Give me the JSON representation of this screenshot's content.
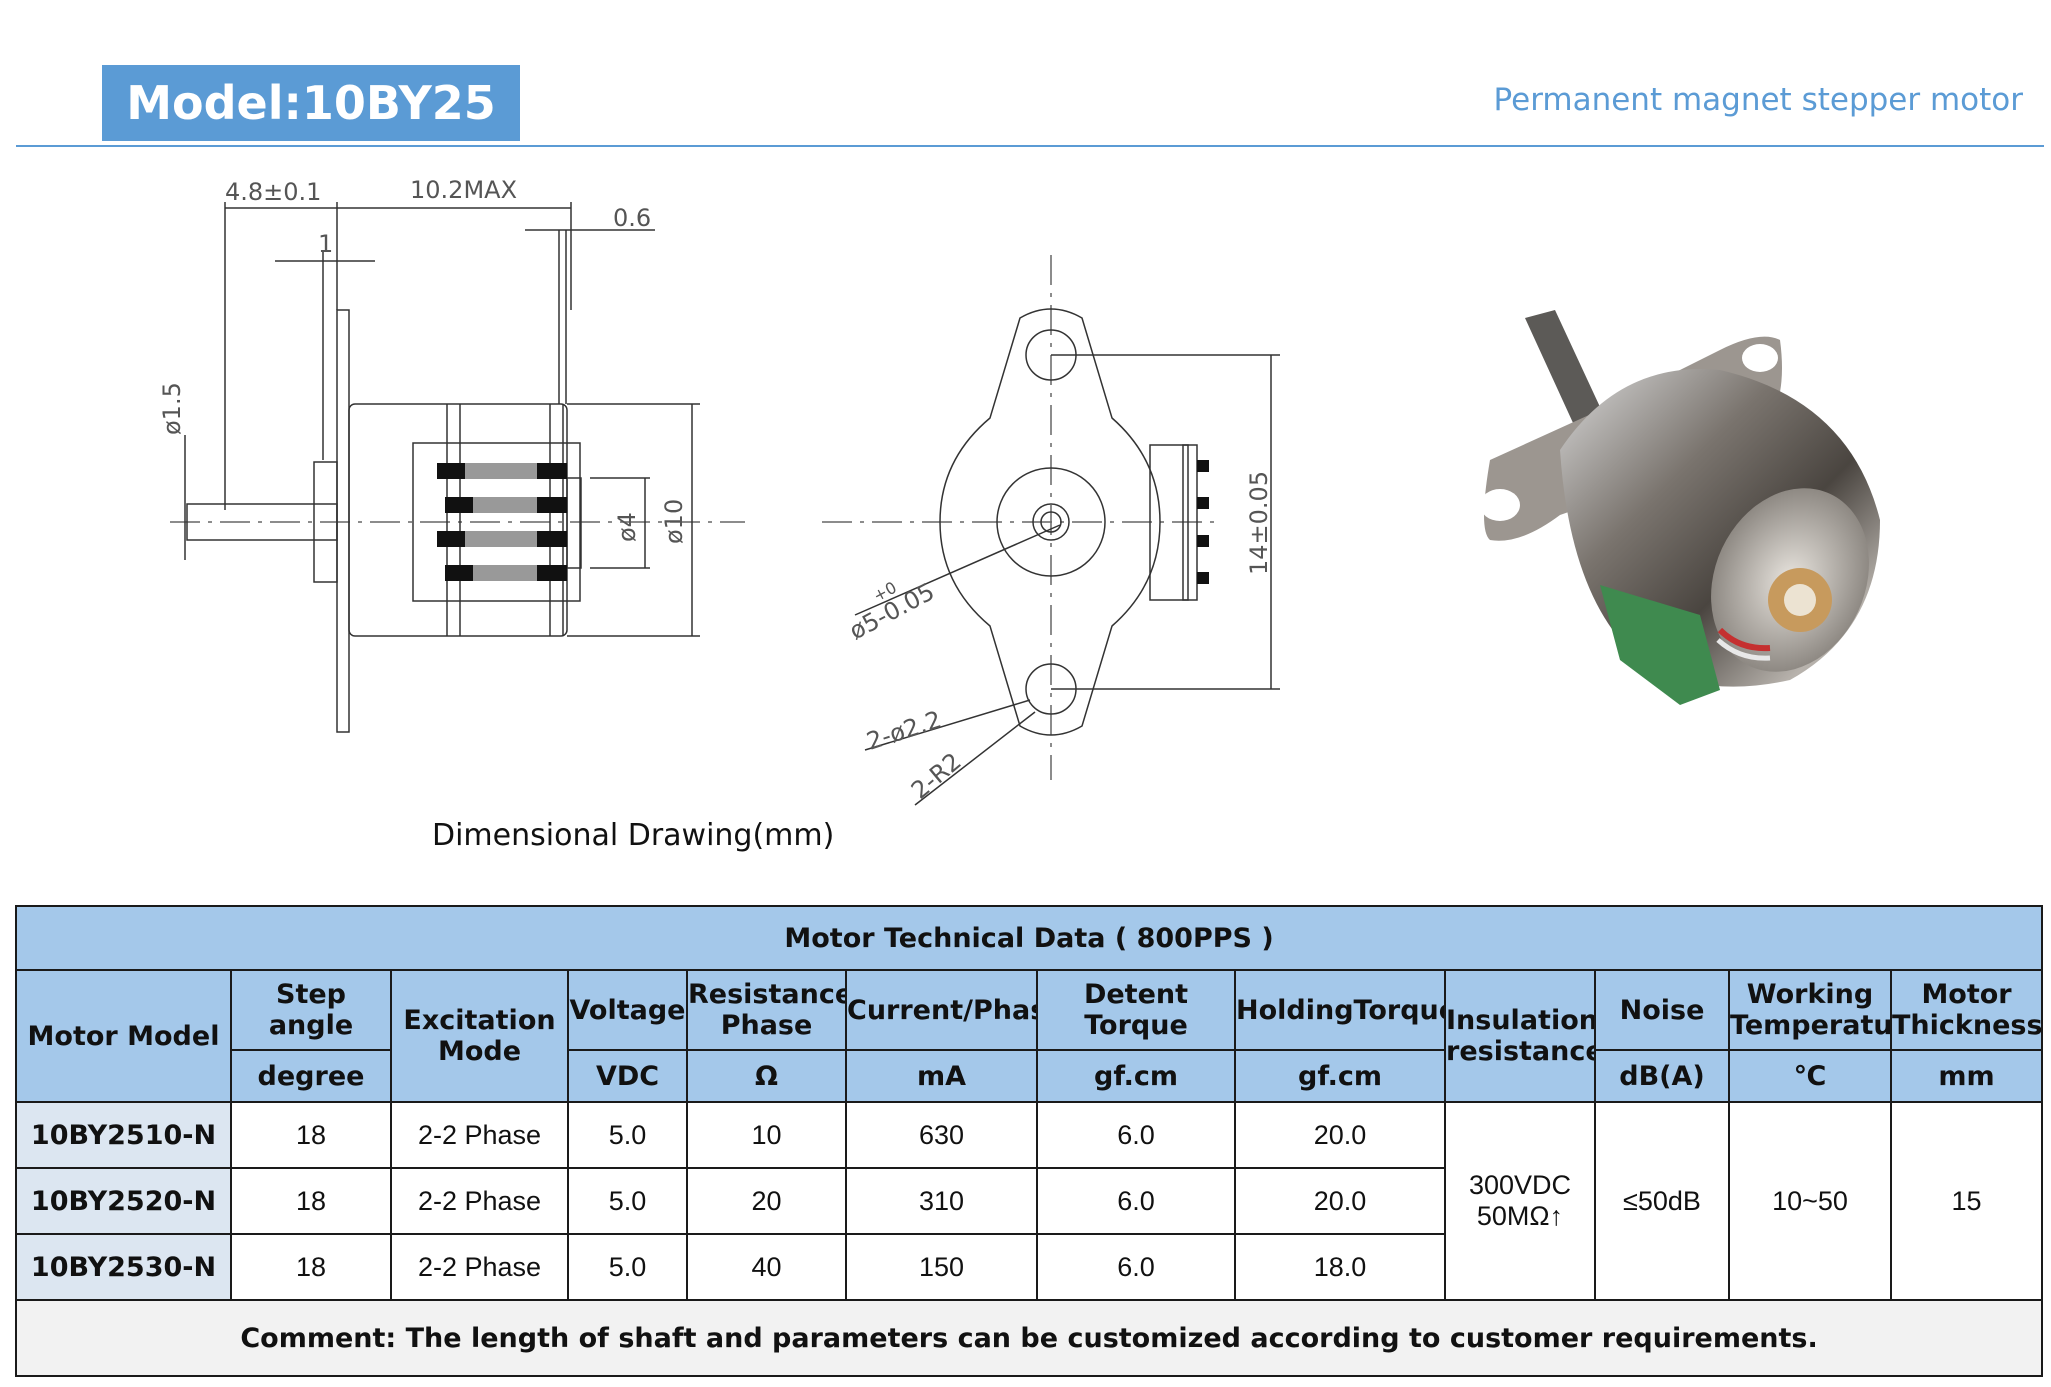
{
  "header": {
    "model_label": "Model:10BY25",
    "subtitle": "Permanent magnet stepper motor"
  },
  "drawing": {
    "caption": "Dimensional Drawing(mm)",
    "side_view": {
      "dim_flange": "4.8±0.1",
      "dim_body": "10.2MAX",
      "dim_terminal": "0.6",
      "dim_one": "1",
      "dim_shaft_dia": "ø1.5",
      "dim_boss": "ø4",
      "dim_body_dia": "ø10"
    },
    "front_view": {
      "dim_boss": "ø5-0.05",
      "dim_boss_tol": "+0",
      "dim_holes": "2-ø2.2",
      "dim_radius": "2-R2",
      "dim_hole_spacing": "14±0.05"
    }
  },
  "table": {
    "title": "Motor Technical Data ( 800PPS )",
    "headers": {
      "motor_model": "Motor Model",
      "step_angle": "Step angle",
      "step_angle_unit": "degree",
      "excitation": "Excitation Mode",
      "voltage": "Voltage",
      "voltage_unit": "VDC",
      "resistance": "Resistance/ Phase",
      "resistance_unit": "Ω",
      "current": "Current/Phase",
      "current_unit": "mA",
      "detent": "Detent Torque",
      "detent_unit": "gf.cm",
      "holding": "HoldingTorque",
      "holding_unit": "gf.cm",
      "insulation": "Insulation resistance",
      "noise": "Noise",
      "noise_unit": "dB(A)",
      "working_temp": "Working Temperatur",
      "working_temp_unit": "℃",
      "thickness": "Motor Thickness",
      "thickness_unit": "mm"
    },
    "rows": [
      {
        "model": "10BY2510-N",
        "step": "18",
        "excitation": "2-2 Phase",
        "voltage": "5.0",
        "resistance": "10",
        "current": "630",
        "detent": "6.0",
        "holding": "20.0"
      },
      {
        "model": "10BY2520-N",
        "step": "18",
        "excitation": "2-2 Phase",
        "voltage": "5.0",
        "resistance": "20",
        "current": "310",
        "detent": "6.0",
        "holding": "20.0"
      },
      {
        "model": "10BY2530-N",
        "step": "18",
        "excitation": "2-2 Phase",
        "voltage": "5.0",
        "resistance": "40",
        "current": "150",
        "detent": "6.0",
        "holding": "18.0"
      }
    ],
    "shared": {
      "insulation_line1": "300VDC",
      "insulation_line2": "50MΩ↑",
      "noise": "≤50dB",
      "working_temp": "10~50",
      "thickness": "15"
    },
    "comment": "Comment: The length of shaft and parameters can be customized according to customer requirements."
  }
}
